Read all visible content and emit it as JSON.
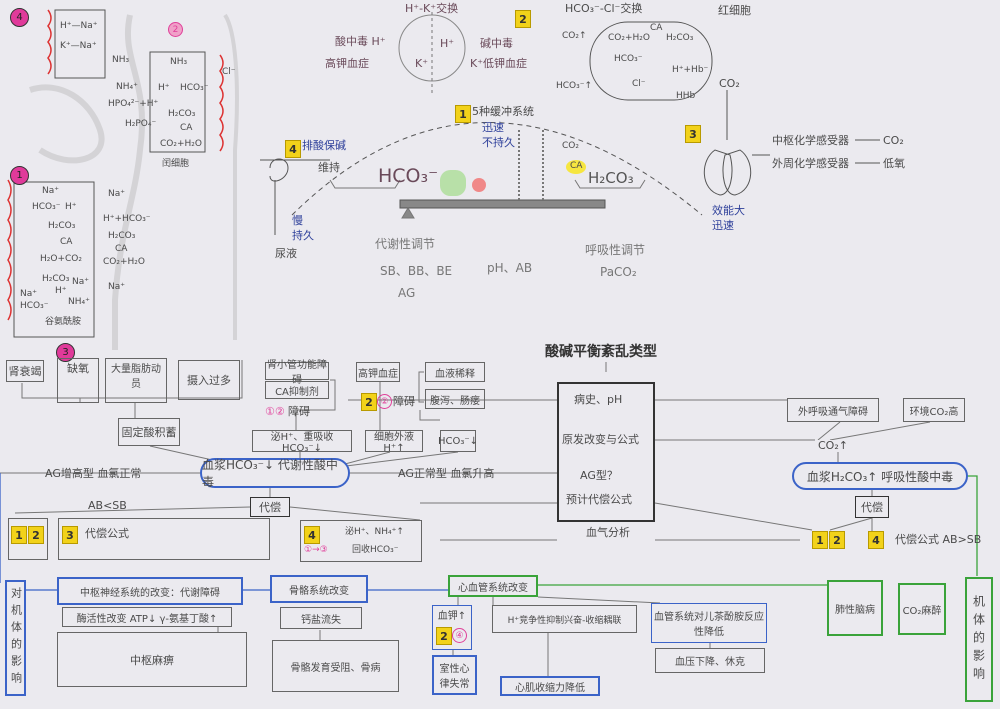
{
  "kidney": {
    "n4": "4",
    "n2": "2",
    "n1": "1",
    "n3": "3",
    "h_na": "H⁺—Na⁺",
    "k_na": "K⁺—Na⁺",
    "nh3_a": "NH₃",
    "nh3_b": "NH₃",
    "nh4": "NH₄⁺",
    "hpo4": "HPO₄²⁻+H⁺",
    "h2po4": "H₂PO₄⁻",
    "h": "H⁺",
    "hco3": "HCO₃⁻",
    "h2co3": "H₂CO₃",
    "ca": "CA",
    "co2h2o": "CO₂+H₂O",
    "cl": "Cl⁻",
    "cell_label": "闰细胞",
    "p1_na": "Na⁺",
    "p1_hco3": "HCO₃⁻",
    "p1_h": "H⁺",
    "p1_h2co3": "H₂CO₃",
    "p1_ca": "CA",
    "p1_h2oco2": "H₂O+CO₂",
    "p1_na2": "Na⁺",
    "p1_hhco3": "H⁺+HCO₃⁻",
    "p1_h2co3b": "H₂CO₃",
    "p1_cab": "CA",
    "p1_co2h2o": "CO₂+H₂O",
    "p3_h2co3": "H₂CO₃",
    "p3_h": "H⁺",
    "p3_na": "Na⁺",
    "p3_na2": "Na⁺",
    "p3_hco3": "HCO₃⁻",
    "p3_nh4": "NH₄⁺",
    "p3_nh4b": "Na⁺",
    "p3_gln": "谷氨酰胺"
  },
  "top": {
    "hk_title": "H⁺-K⁺交换",
    "acidosis": "酸中毒 H⁺",
    "hyperk": "高钾血症",
    "k_in": "K⁺",
    "h_in": "H⁺",
    "alkalosis": "碱中毒",
    "hypok": "K⁺低钾血症",
    "badge2": "2",
    "rbc_title": "HCO₃⁻-Cl⁻交换",
    "rbc_label": "红细胞",
    "co2_up": "CO₂↑",
    "co2h2o": "CO₂+H₂O",
    "ca": "CA",
    "h2co3": "H₂CO₃",
    "hco3": "HCO₃⁻",
    "hhb": "H⁺+Hb⁻",
    "hhb2": "HHb",
    "hco3_up": "HCO₃⁻↑",
    "cl": "Cl⁻",
    "badge1": "1",
    "buffer": "5种缓冲系统",
    "fast": "迅速",
    "short": "不持久",
    "buf_co2": "CO₂",
    "buf_ca": "CA",
    "hco3_big": "HCO₃⁻",
    "h2co3_big": "H₂CO₃",
    "badge4": "4",
    "renal": "排酸保碱",
    "maintain": "维持",
    "slow": "慢",
    "lasting": "持久",
    "urine": "尿液",
    "badge3": "3",
    "lung_co2": "CO₂",
    "effective": "效能大",
    "rapid": "迅速",
    "central": "中枢化学感受器",
    "central_src": "CO₂",
    "peripheral": "外周化学感受器",
    "peripheral_src": "低氧",
    "metabolic": "代谢性调节",
    "sb": "SB、BB、BE",
    "ag": "AG",
    "ph_ab": "pH、AB",
    "resp": "呼吸性调节",
    "paco2": "PaCO₂"
  },
  "metabolic_acidosis": {
    "causes": [
      "肾衰竭",
      "缺氧",
      "大量脂肪动员",
      "摄入过多"
    ],
    "fixed_acid": "固定酸积蓄",
    "tubule": "肾小管功能障碍",
    "ca_inhib": "CA抑制剂",
    "c12": "①②",
    "obstacle": "障碍",
    "secrete": "泌H⁺、重吸收HCO₃⁻↓",
    "hyperk": "高钾血症",
    "b2": "2",
    "p2": "②",
    "obstacle2": "障碍",
    "ecf_h": "细胞外液H⁺↑",
    "dilution": "血液稀释",
    "diarrhea": "腹泻、肠瘘",
    "hco3_down": "HCO₃⁻↓",
    "title": "血浆HCO₃⁻↓  代谢性酸中毒",
    "ag_high": "AG增高型 血氯正常",
    "ag_normal": "AG正常型 血氯升高",
    "ab_sb": "AB<SB",
    "comp": "代偿",
    "c1": "1",
    "c2": "2",
    "c3": "3",
    "formula": "代偿公式",
    "c4": "4",
    "secrete_nh4": "泌H⁺、NH₄⁺↑",
    "p1to3": "①→③",
    "reabsorb": "回收HCO₃⁻"
  },
  "center": {
    "title": "酸碱平衡紊乱类型",
    "items": [
      "病史、pH",
      "原发改变与公式",
      "AG型？",
      "预计代偿公式"
    ],
    "blood_gas": "血气分析"
  },
  "respiratory_acidosis": {
    "vent": "外呼吸通气障碍",
    "env": "环境CO₂高",
    "co2_up": "CO₂↑",
    "title": "血浆H₂CO₃↑  呼吸性酸中毒",
    "comp": "代偿",
    "c1": "1",
    "c2": "2",
    "c4": "4",
    "formula": "代偿公式  AB>SB"
  },
  "effects": {
    "left_title": "对机体的影响",
    "cns": "中枢神经系统的改变：代谢障碍",
    "enzyme": "酶活性改变 ATP↓ γ-氨基丁酸↑",
    "cns_result": "中枢麻痹",
    "bone": "骨骼系统改变",
    "calcium": "钙盐流失",
    "bone_result": "骨骼发育受阻、骨病",
    "cardio": "心血管系统改变",
    "potassium": "血钾↑",
    "k_b2": "2",
    "k_p4": "④",
    "arrhythmia": "室性心律失常",
    "coupling": "H⁺竞争性抑制兴奋-收缩耦联",
    "contract": "心肌收缩力降低",
    "vessel": "血管系统对儿茶酚胺反应性降低",
    "shock": "血压下降、休克",
    "pulm_enceph": "肺性脑病",
    "co2_narc": "CO₂麻醉",
    "right_title": "机体的影响"
  },
  "colors": {
    "blue": "#3b63c8",
    "green": "#3aa33a",
    "yellow": "#f2d21a",
    "pink": "#e0409a"
  }
}
